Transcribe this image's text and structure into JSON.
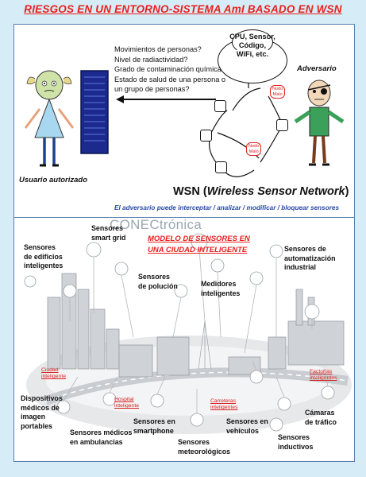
{
  "title": "RIESGOS EN UN ENTORNO-SISTEMA AmI BASADO EN WSN",
  "top_panel": {
    "questions": [
      "Movimientos de personas?",
      "Nivel de radiactividad?",
      "Grado de contaminación química?",
      "Estado de salud de una persona o",
      "un grupo de personas?"
    ],
    "cloud_lines": [
      "CPU, Sensor,",
      "Código,",
      "WiFi, etc."
    ],
    "adversary_label": "Adversario",
    "user_label": "Usuario autorizado",
    "malicious_node_line1": "Nodo",
    "malicious_node_line2": "Malo",
    "wsn_prefix": "WSN (",
    "wsn_italic": "Wireless Sensor Network",
    "wsn_suffix": ")",
    "caption": "El adversario puede interceptar / analizar / modificar / bloquear sensores"
  },
  "bottom_panel": {
    "brand": "CONECtrónica",
    "title_line1": "MODELO DE SENSORES EN",
    "title_line2": "UNA CIUDAD INTELIGENTE",
    "labels": {
      "edificios": [
        "Sensores",
        "de edificios",
        "inteligentes"
      ],
      "smartgrid": [
        "Sensores",
        "smart grid"
      ],
      "polucion": [
        "Sensores",
        "de polución"
      ],
      "medidores": [
        "Medidores",
        "inteligentes"
      ],
      "automatizacion": [
        "Sensores de",
        "automatización",
        "industrial"
      ],
      "dispositivos": [
        "Dispositivos",
        "médicos de",
        "imagen",
        "portables"
      ],
      "ambulancias": [
        "Sensores médicos",
        "en ambulancias"
      ],
      "smartphone": [
        "Sensores en",
        "smartphone"
      ],
      "meteorologicos": [
        "Sensores",
        "meteorológicos"
      ],
      "vehiculos": [
        "Sensores en",
        "vehículos"
      ],
      "inductivos": [
        "Sensores",
        "inductivos"
      ],
      "camaras": [
        "Cámaras",
        "de tráfico"
      ]
    },
    "tags": {
      "ciudad": [
        "Ciudad",
        "inteligente"
      ],
      "hospital": [
        "Hospital",
        "inteligente"
      ],
      "carreteras": [
        "Carreteras",
        "inteligentes"
      ],
      "factorias": [
        "Factorías",
        "inteligentes"
      ]
    }
  },
  "colors": {
    "accent_red": "#e8201e",
    "caption_blue": "#2a4aa8",
    "background": "#d6ecf7"
  }
}
